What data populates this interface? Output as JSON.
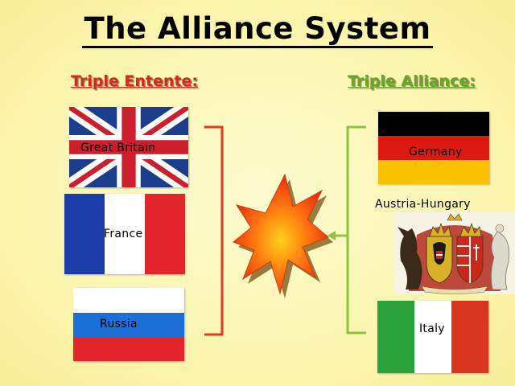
{
  "title": "The Alliance System",
  "entente": {
    "heading": "Triple Entente:",
    "color": "#d42a1a",
    "countries": [
      "Great Britain",
      "France",
      "Russia"
    ]
  },
  "alliance": {
    "heading": "Triple Alliance:",
    "color": "#6aa824",
    "countries": [
      "Germany",
      "Austria-Hungary",
      "Italy"
    ]
  },
  "icons": [
    "uk-flag",
    "france-flag",
    "russia-flag",
    "conflict-burst-icon",
    "germany-flag",
    "austria-hungary-coat-of-arms",
    "italy-flag"
  ]
}
